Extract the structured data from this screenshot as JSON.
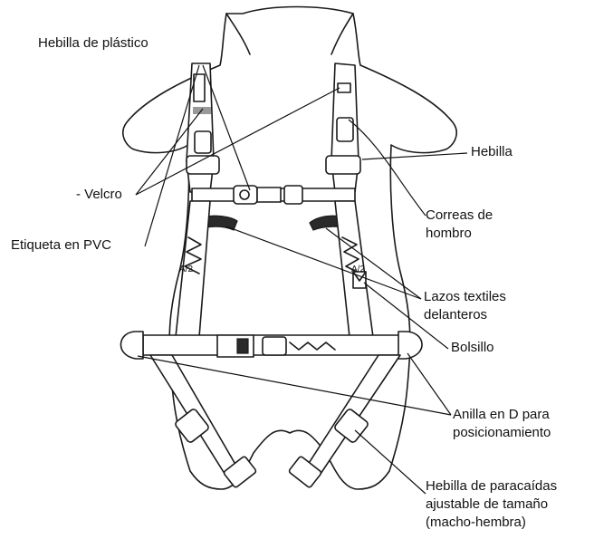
{
  "labels": {
    "plastic_buckle": "Hebilla de plástico",
    "velcro": "- Velcro",
    "pvc_tag": "Etiqueta en PVC",
    "buckle": "Hebilla",
    "shoulder_straps": [
      "Correas de",
      "hombro"
    ],
    "front_loops": [
      "Lazos textiles",
      "delanteros"
    ],
    "pocket": "Bolsillo",
    "d_ring": [
      "Anilla en D para",
      "posicionamiento"
    ],
    "parachute_buckle": [
      "Hebilla de paracaídas",
      "ajustable de tamaño",
      "(macho-hembra)"
    ]
  },
  "strap_marks": {
    "left": "A/2",
    "right": "A/2"
  }
}
